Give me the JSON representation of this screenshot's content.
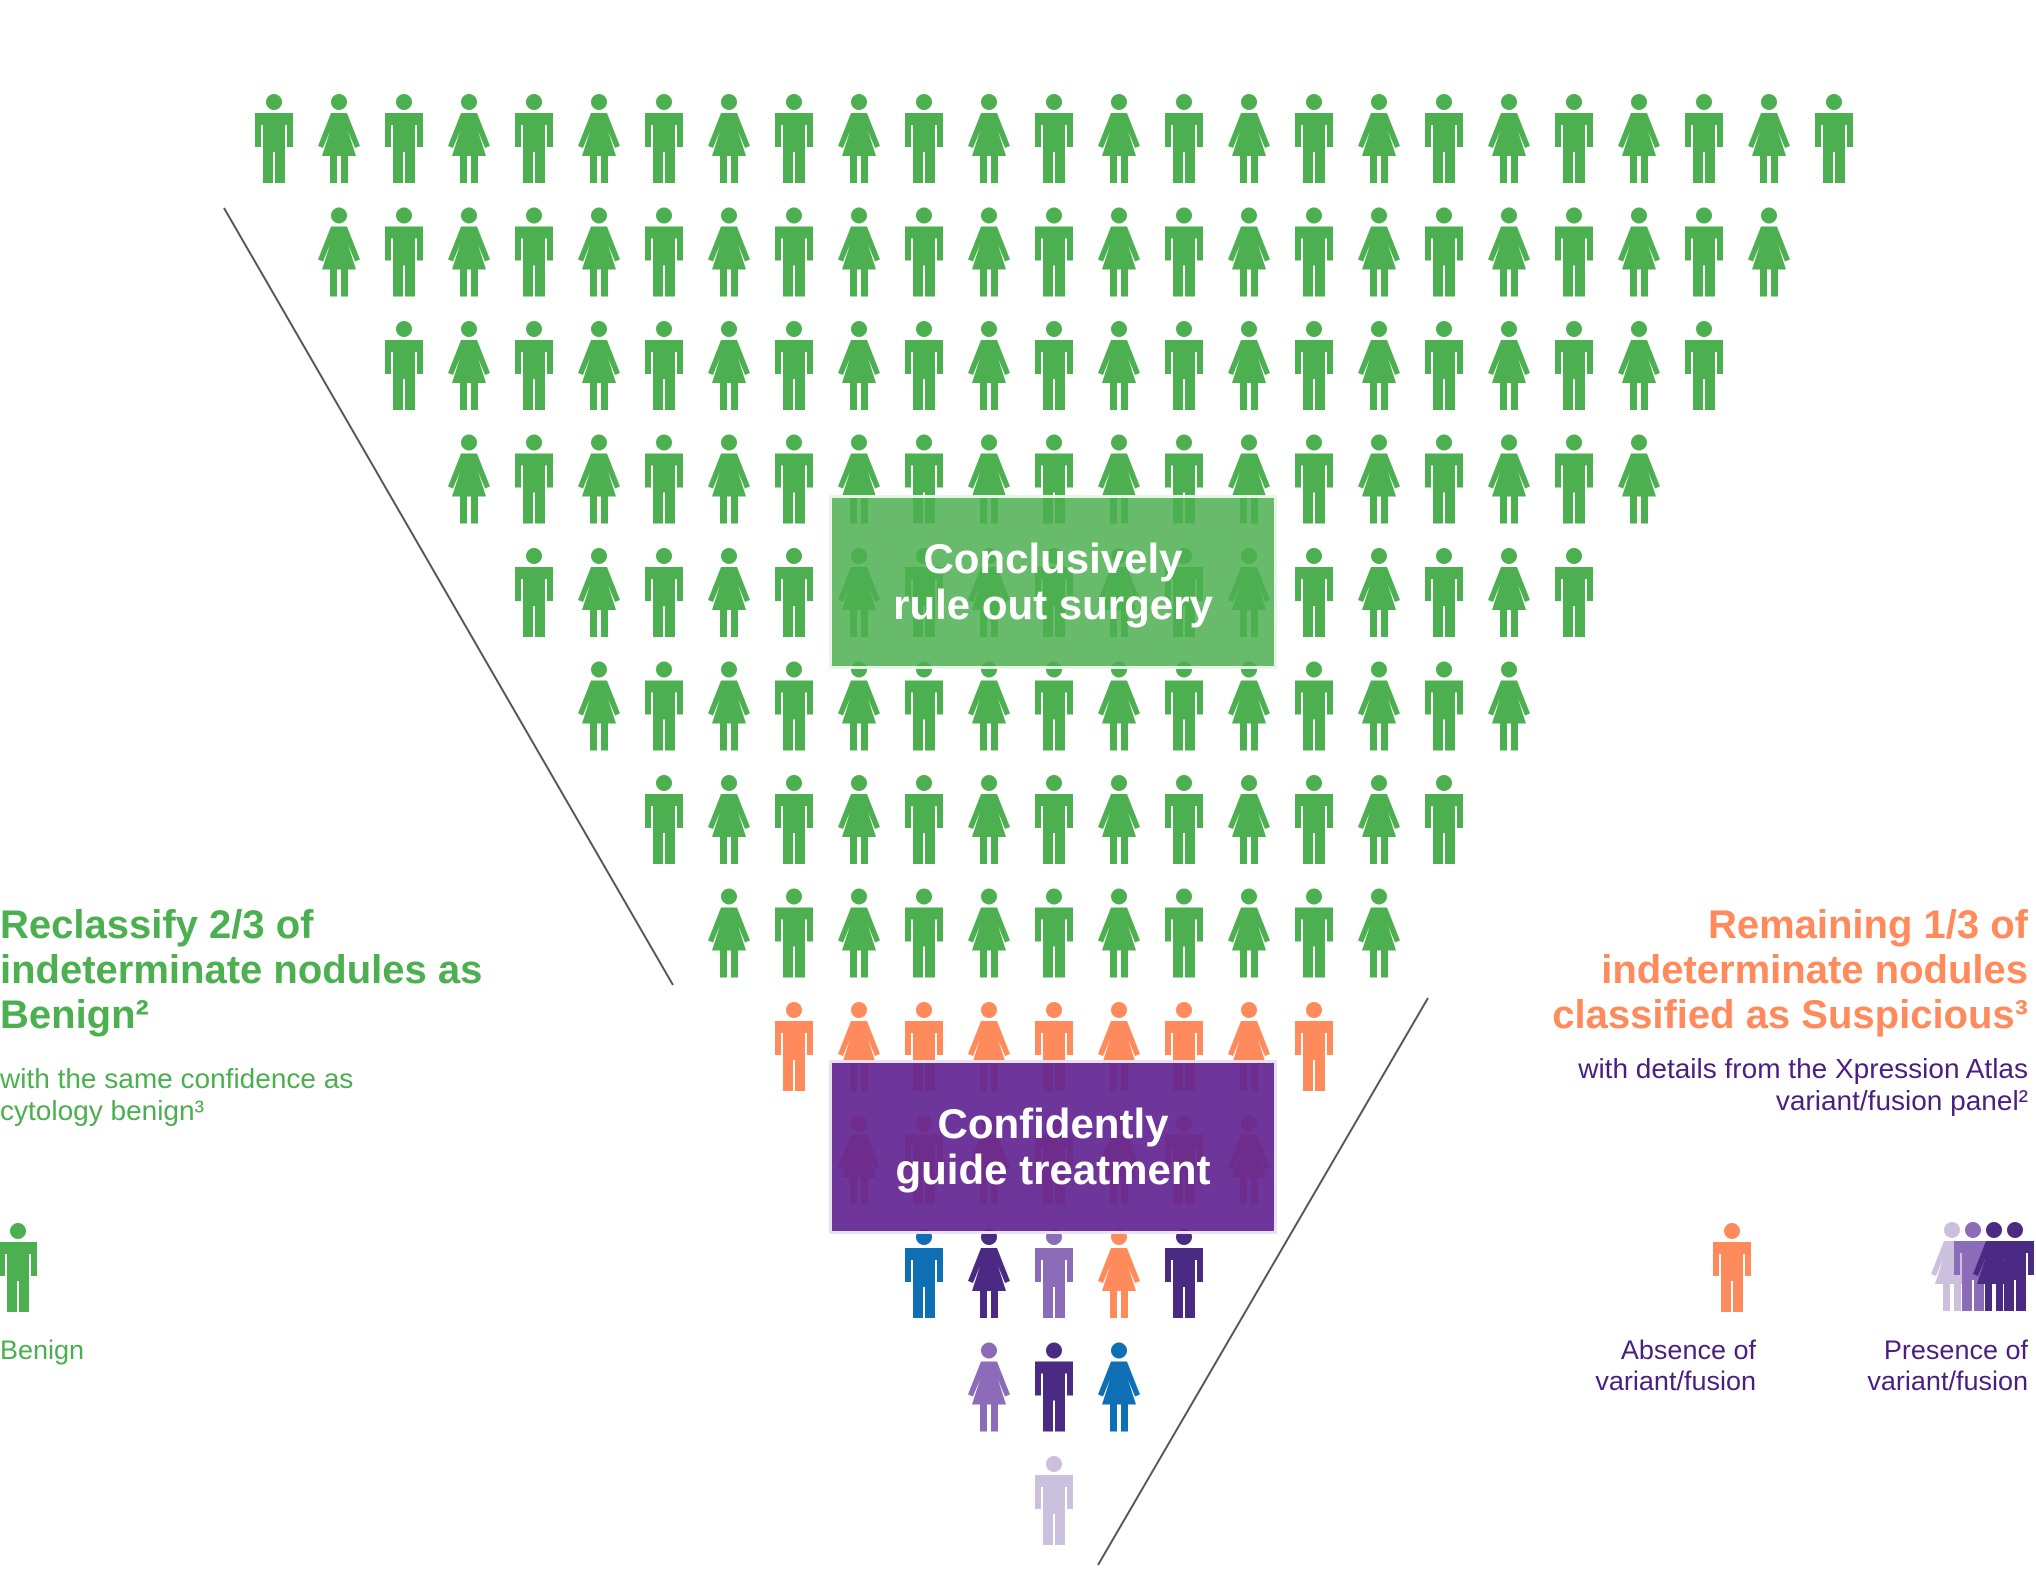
{
  "colors": {
    "benign": "#4caf50",
    "suspicious": "#ff8a5b",
    "blue": "#0f6fb5",
    "dark_purple": "#4b2a84",
    "mid_purple": "#8c6bb8",
    "light_purple": "#cbc0dd",
    "text_purple": "#4b1f82",
    "line": "#555555"
  },
  "pyramid_rows": [
    {
      "color": "benign",
      "count": 25
    },
    {
      "color": "benign",
      "count": 23
    },
    {
      "color": "benign",
      "count": 21
    },
    {
      "color": "benign",
      "count": 19
    },
    {
      "color": "benign",
      "count": 17
    },
    {
      "color": "benign",
      "count": 15
    },
    {
      "color": "benign",
      "count": 13
    },
    {
      "color": "benign",
      "count": 11
    },
    {
      "color": "suspicious",
      "count": 9
    },
    {
      "color": "suspicious",
      "count": 7
    },
    {
      "colors": [
        "blue",
        "dark_purple",
        "mid_purple",
        "suspicious",
        "dark_purple"
      ]
    },
    {
      "colors": [
        "mid_purple",
        "dark_purple",
        "blue"
      ]
    },
    {
      "colors": [
        "light_purple"
      ]
    }
  ],
  "boxes": {
    "green": "Conclusively\nrule out surgery",
    "purple": "Confidently\nguide treatment"
  },
  "left": {
    "heading": "Reclassify 2/3 of indeterminate nodules as Benign²",
    "sub": "with the same confidence as cytology benign³"
  },
  "right": {
    "heading": "Remaining 1/3 of indeterminate nodules classified as Suspicious³",
    "sub": "with details from the Xpression Atlas variant/fusion panel²"
  },
  "legend": {
    "benign": "Benign",
    "absence": "Absence of variant/fusion",
    "presence": "Presence of variant/fusion"
  }
}
